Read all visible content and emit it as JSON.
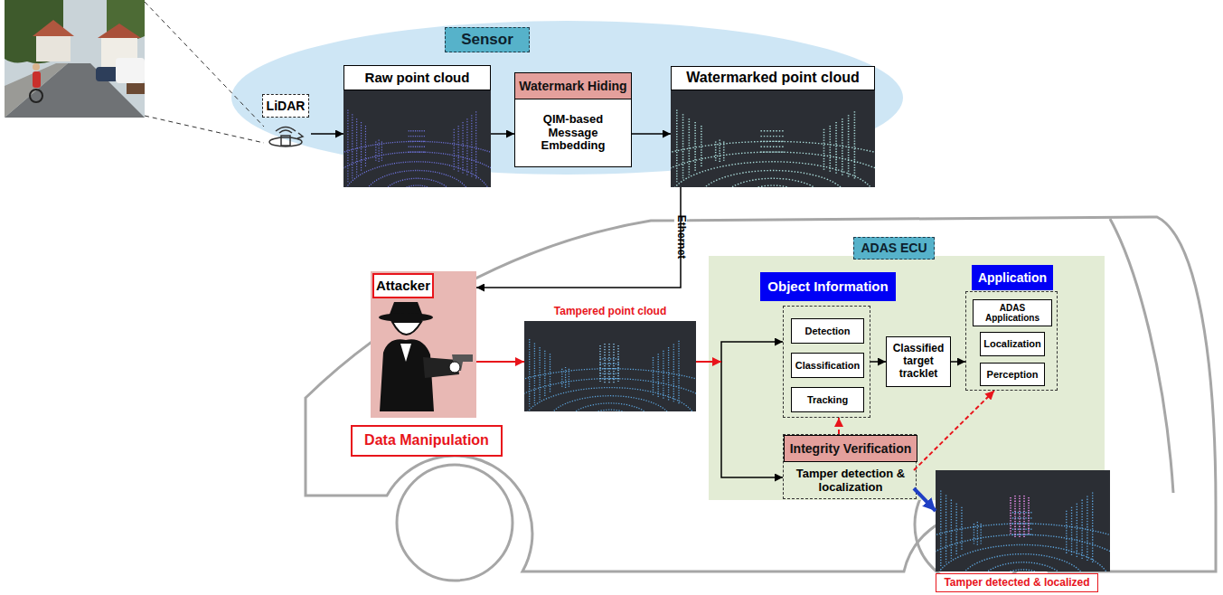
{
  "diagram": {
    "nodes": [
      {
        "text": [
          "Sensor"
        ]
      },
      {
        "text": [
          "LiDAR"
        ],
        "in": 0
      },
      {
        "text": [
          "Raw point cloud"
        ],
        "in": 0
      },
      {
        "text": [
          "Watermark Hiding",
          "QIM-based Message Embedding"
        ],
        "in": 0
      },
      {
        "text": [
          "Watermarked point cloud"
        ],
        "in": 0
      },
      {
        "text": [
          "ADAS ECU"
        ]
      },
      {
        "text": [
          "Object Information"
        ],
        "in": 5
      },
      {
        "text": [
          "Detection"
        ],
        "in": 6
      },
      {
        "text": [
          "Classification"
        ],
        "in": 6
      },
      {
        "text": [
          "Tracking"
        ],
        "in": 6
      },
      {
        "text": [
          "Classified target tracklet"
        ],
        "in": 5
      },
      {
        "text": [
          "Application"
        ],
        "in": 5
      },
      {
        "text": [
          "ADAS Applications"
        ],
        "in": 11
      },
      {
        "text": [
          "Localization"
        ],
        "in": 11
      },
      {
        "text": [
          "Perception"
        ],
        "in": 11
      },
      {
        "text": [
          "Integrity Verification"
        ],
        "in": 5
      },
      {
        "text": [
          "Tamper detection & localization"
        ],
        "in": 15
      },
      {
        "text": [
          "Attacker"
        ]
      },
      {
        "text": [
          "Data Manipulation"
        ]
      },
      {
        "text": [
          "Tampered point cloud"
        ]
      },
      {
        "text": [
          "Tamper detected & localized"
        ]
      }
    ],
    "edges": [
      {
        "from": 1,
        "to": 2,
        "arrow": "to"
      },
      {
        "from": 2,
        "to": 3,
        "arrow": "to"
      },
      {
        "from": 3,
        "to": 4,
        "arrow": "to"
      },
      {
        "from": 4,
        "to": 17,
        "label": "Ethernet",
        "arrow": "to"
      },
      {
        "from": 17,
        "to": 19,
        "arrow": "to"
      },
      {
        "from": 19,
        "to": 6,
        "arrow": "to"
      },
      {
        "from": 19,
        "to": 15,
        "arrow": "to"
      },
      {
        "from": 6,
        "to": 10,
        "arrow": "to"
      },
      {
        "from": 10,
        "to": 11,
        "arrow": "to"
      },
      {
        "from": 15,
        "to": 6,
        "arrow": "to"
      },
      {
        "from": 16,
        "to": 11,
        "arrow": "to"
      },
      {
        "from": 16,
        "to": 20,
        "arrow": "to"
      }
    ]
  }
}
